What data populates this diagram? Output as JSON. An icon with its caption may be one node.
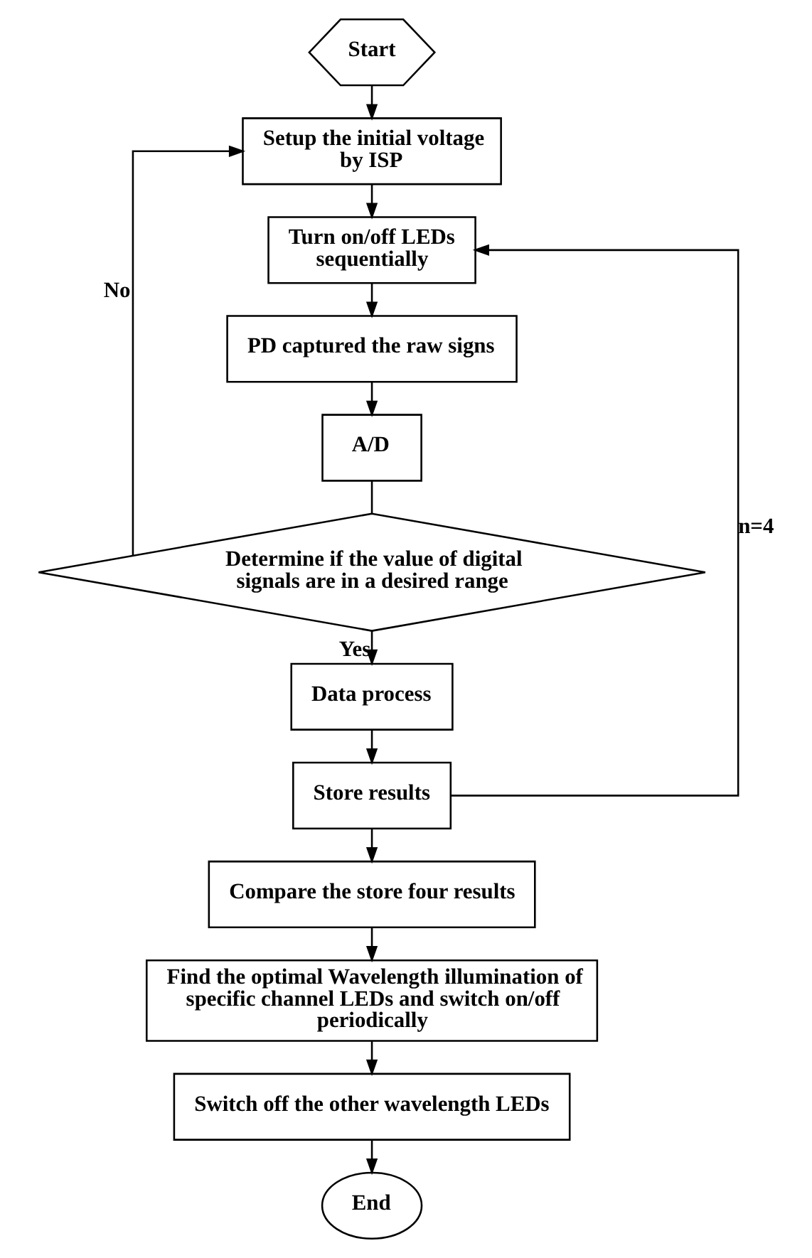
{
  "diagram": {
    "nodes": [
      {
        "text": [
          "Start"
        ]
      },
      {
        "text": [
          "Setup the initial voltage by ISP"
        ]
      },
      {
        "text": [
          "Turn on/off LEDs sequentially"
        ]
      },
      {
        "text": [
          "PD captured the raw signs"
        ]
      },
      {
        "text": [
          "A/D"
        ]
      },
      {
        "text": [
          "Determine if the value of digital signals are in a desired range"
        ]
      },
      {
        "text": [
          "Data process"
        ]
      },
      {
        "text": [
          "Store results"
        ]
      },
      {
        "text": [
          "Compare the store four results"
        ]
      },
      {
        "text": [
          "Find the optimal Wavelength illumination of specific channel LEDs and switch on/off periodically"
        ]
      },
      {
        "text": [
          "Switch off the other wavelength LEDs"
        ]
      },
      {
        "text": [
          "End"
        ]
      }
    ],
    "edges": [
      {
        "from": 0,
        "to": 1,
        "arrow": "to"
      },
      {
        "from": 1,
        "to": 2,
        "arrow": "to"
      },
      {
        "from": 2,
        "to": 3,
        "arrow": "to"
      },
      {
        "from": 3,
        "to": 4,
        "arrow": "to"
      },
      {
        "from": 4,
        "to": 5,
        "arrow": "none"
      },
      {
        "from": 5,
        "to": 6,
        "label": "Yes",
        "arrow": "to"
      },
      {
        "from": 6,
        "to": 7,
        "arrow": "to"
      },
      {
        "from": 7,
        "to": 2,
        "label": "n=4",
        "arrow": "to"
      },
      {
        "from": 7,
        "to": 8,
        "arrow": "to"
      },
      {
        "from": 8,
        "to": 9,
        "arrow": "to"
      },
      {
        "from": 9,
        "to": 10,
        "arrow": "to"
      },
      {
        "from": 10,
        "to": 11,
        "arrow": "to"
      },
      {
        "from": 5,
        "to": 1,
        "label": "No",
        "arrow": "to"
      }
    ]
  }
}
